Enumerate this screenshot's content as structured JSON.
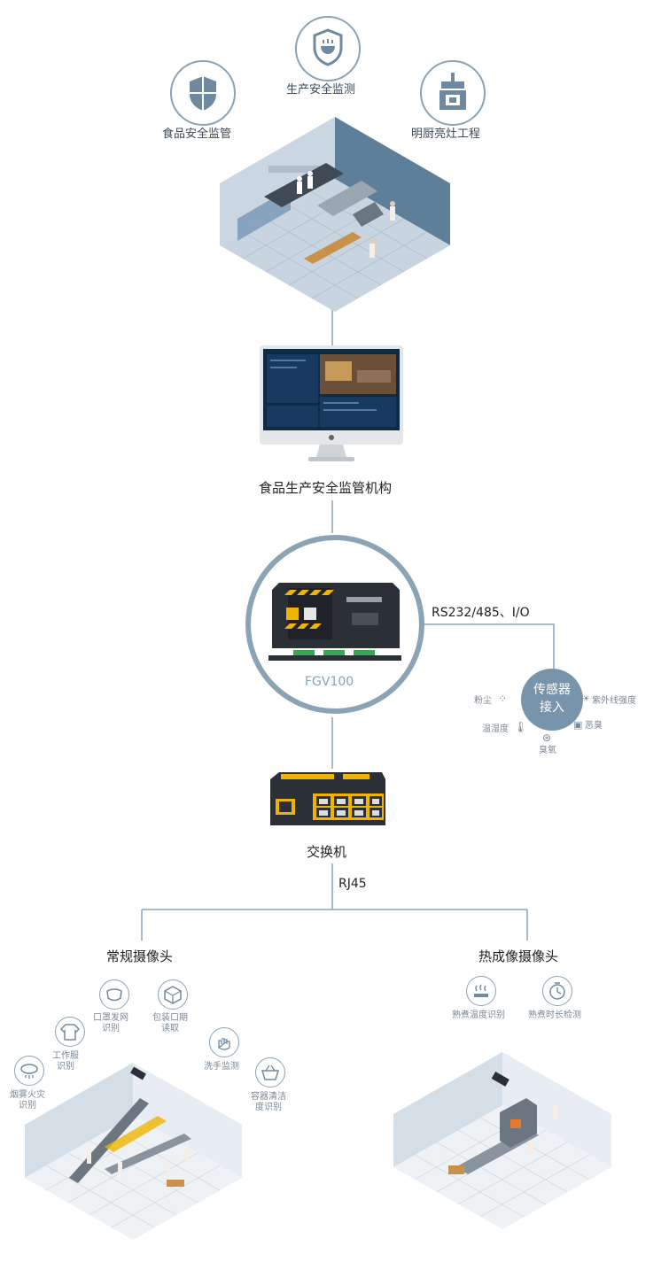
{
  "top_icons": {
    "food_safety": "食品安全监管",
    "production_safety": "生产安全监测",
    "kitchen": "明厨亮灶工程"
  },
  "monitor_label": "食品生产安全监管机构",
  "gateway_label": "FGV100",
  "interface_label": "RS232/485、I/O",
  "sensor": {
    "title_line1": "传感器",
    "title_line2": "接入",
    "items": {
      "dust": "粉尘",
      "uv": "紫外线强度",
      "temp_humidity": "温湿度",
      "odor": "恶臭",
      "ozone": "臭氧"
    }
  },
  "switch_label": "交换机",
  "link_label": "RJ45",
  "regular_camera": {
    "title": "常规摄像头",
    "features": {
      "mask": "口罩发网\n识别",
      "package": "包装口期\n读取",
      "uniform": "工作服\n识别",
      "handwash": "洗手监测",
      "smoke": "烟雾火灾\n识别",
      "container": "容器清洁\n度识别"
    }
  },
  "thermal_camera": {
    "title": "热成像摄像头",
    "features": {
      "temp": "熟煮温度识别",
      "duration": "熟煮时长检测"
    }
  },
  "colors": {
    "line": "#8aa3b5",
    "accent": "#6f8aa0",
    "device": "#2b2f36",
    "stripe": "#f0b400"
  }
}
